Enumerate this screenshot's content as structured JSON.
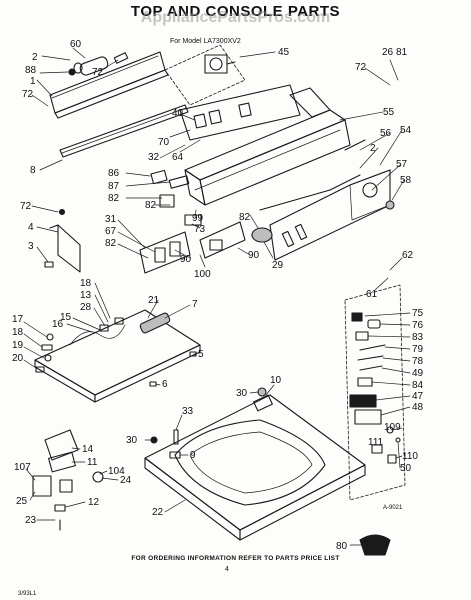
{
  "title": "TOP AND CONSOLE PARTS",
  "watermark": "AppliancePartsPros.com",
  "subtitle": "For Model LA7300XV2",
  "footer": "FOR ORDERING INFORMATION REFER TO PARTS PRICE LIST",
  "drawing_code": "3/93L1",
  "figure_ref": "A-9021",
  "page_mark": "4",
  "callouts": [
    "2",
    "60",
    "88",
    "1",
    "72",
    "45",
    "26",
    "81",
    "72",
    "40",
    "55",
    "56",
    "54",
    "70",
    "32",
    "64",
    "2",
    "57",
    "58",
    "8",
    "86",
    "87",
    "82",
    "82",
    "99",
    "73",
    "72",
    "4",
    "3",
    "31",
    "67",
    "82",
    "90",
    "100",
    "90",
    "82",
    "29",
    "62",
    "61",
    "18",
    "13",
    "28",
    "21",
    "7",
    "15",
    "16",
    "17",
    "18",
    "19",
    "20",
    "5",
    "6",
    "75",
    "76",
    "83",
    "79",
    "78",
    "49",
    "84",
    "47",
    "48",
    "30",
    "10",
    "33",
    "30",
    "9",
    "109",
    "111",
    "110",
    "50",
    "14",
    "107",
    "11",
    "104",
    "24",
    "25",
    "12",
    "23",
    "22",
    "80"
  ]
}
